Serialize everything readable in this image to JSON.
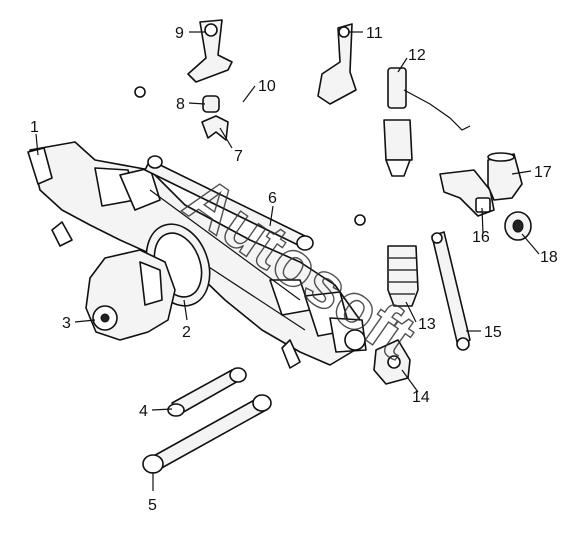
{
  "diagram": {
    "watermark": "Autosoft",
    "callouts": [
      "1",
      "2",
      "3",
      "4",
      "5",
      "6",
      "7",
      "8",
      "9",
      "10",
      "11",
      "12",
      "13",
      "14",
      "15",
      "16",
      "17",
      "18"
    ]
  }
}
